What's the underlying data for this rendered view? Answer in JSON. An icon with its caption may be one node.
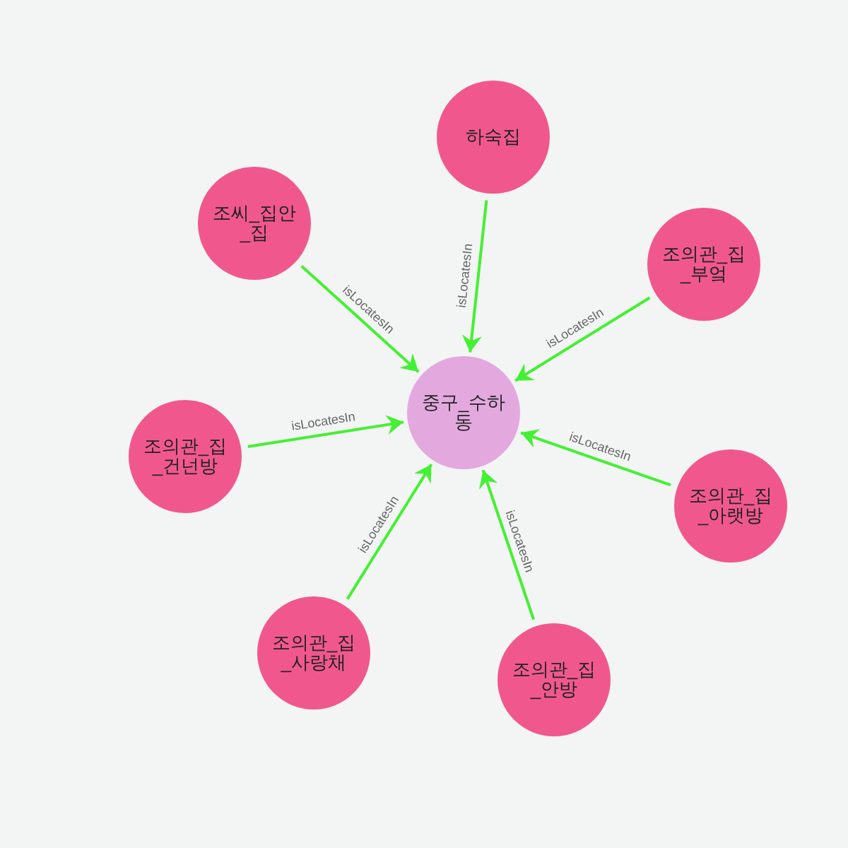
{
  "diagram": {
    "nodes": [
      {
        "text": [
          "중구_수하동"
        ]
      },
      {
        "text": [
          "하숙집"
        ]
      },
      {
        "text": [
          "조씨_집안_집"
        ]
      },
      {
        "text": [
          "조의관_집_부엌"
        ]
      },
      {
        "text": [
          "조의관_집_건넌방"
        ]
      },
      {
        "text": [
          "조의관_집_아랫방"
        ]
      },
      {
        "text": [
          "조의관_집_사랑채"
        ]
      },
      {
        "text": [
          "조의관_집_안방"
        ]
      }
    ],
    "edges": [
      {
        "from": 1,
        "to": 0,
        "arrow": "to",
        "label": "isLocatesIn"
      },
      {
        "from": 2,
        "to": 0,
        "arrow": "to",
        "label": "isLocatesIn"
      },
      {
        "from": 3,
        "to": 0,
        "arrow": "to",
        "label": "isLocatesIn"
      },
      {
        "from": 4,
        "to": 0,
        "arrow": "to",
        "label": "isLocatesIn"
      },
      {
        "from": 5,
        "to": 0,
        "arrow": "to",
        "label": "isLocatesIn"
      },
      {
        "from": 6,
        "to": 0,
        "arrow": "to",
        "label": "isLocatesIn"
      },
      {
        "from": 7,
        "to": 0,
        "arrow": "to",
        "label": "isLocatesIn"
      }
    ]
  }
}
